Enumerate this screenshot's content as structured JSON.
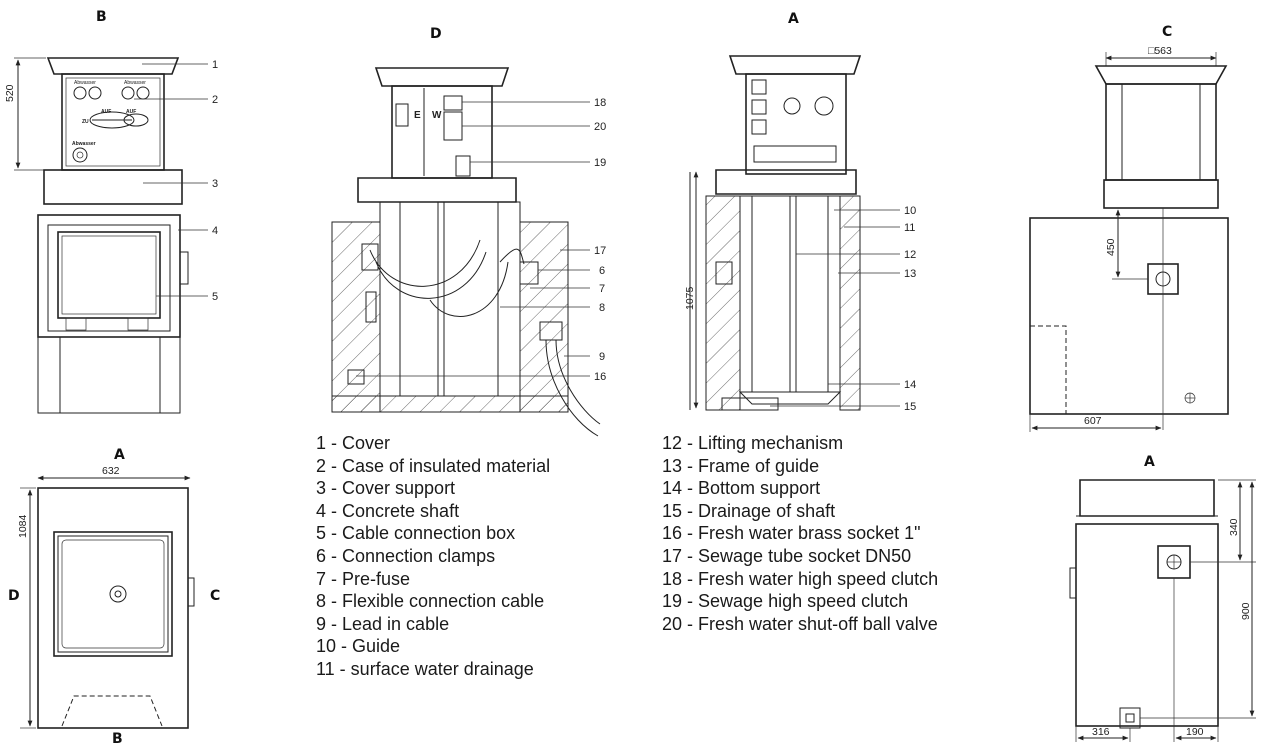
{
  "views": {
    "B_top": "B",
    "D_top": "D",
    "A_top": "A",
    "C_top": "C",
    "A_plan": "A",
    "B_plan": "B",
    "D_plan": "D",
    "C_plan": "C",
    "A_side": "A"
  },
  "dimensions": {
    "d520": "520",
    "d1075": "1075",
    "d563": "□563",
    "d450": "450",
    "d607": "607",
    "d632": "632",
    "d1084": "1084",
    "d340": "340",
    "d900": "900",
    "d316": "316",
    "d190": "190"
  },
  "callouts": {
    "c1": "1",
    "c2": "2",
    "c3": "3",
    "c4": "4",
    "c5": "5",
    "c6": "6",
    "c7": "7",
    "c8": "8",
    "c9": "9",
    "c10": "10",
    "c11": "11",
    "c12": "12",
    "c13": "13",
    "c14": "14",
    "c15": "15",
    "c16": "16",
    "c17": "17",
    "c18": "18",
    "c19": "19",
    "c20": "20"
  },
  "panel_labels": {
    "e": "E",
    "w": "W",
    "abwasser_left": "Abwasser",
    "abwasser_right": "Abwasser",
    "auf_left": "AUF",
    "auf_right": "AUF",
    "zu": "ZU",
    "abwasser_bottom": "Abwasser"
  },
  "legend_left": [
    "1 - Cover",
    "2 - Case of insulated material",
    "3 - Cover support",
    "4 - Concrete shaft",
    "5 - Cable connection box",
    "6 - Connection clamps",
    "7 - Pre-fuse",
    "8 - Flexible connection cable",
    "9 - Lead in cable",
    "10 - Guide",
    "11 - surface water drainage"
  ],
  "legend_right": [
    "12 - Lifting mechanism",
    "13 - Frame of guide",
    "14 - Bottom support",
    "15 - Drainage of shaft",
    "16 - Fresh water brass socket 1\"",
    "17 - Sewage tube socket DN50",
    "18 - Fresh water high speed clutch",
    "19 - Sewage high speed clutch",
    "20 - Fresh water shut-off ball valve"
  ]
}
